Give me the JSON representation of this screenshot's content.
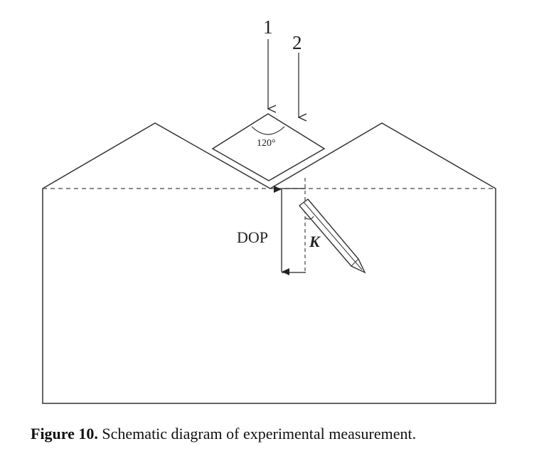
{
  "diagram": {
    "arrow_1_label": "1",
    "arrow_2_label": "2",
    "angle_label": "120°",
    "depth_label": "DOP",
    "kappa_label": "K"
  },
  "caption": {
    "prefix": "Figure 10.",
    "text": "Schematic diagram of experimental measurement."
  }
}
